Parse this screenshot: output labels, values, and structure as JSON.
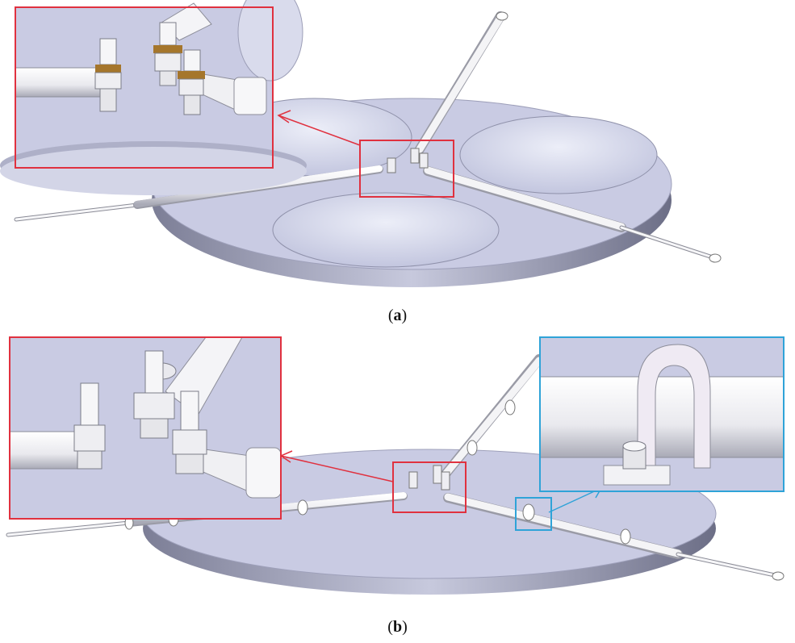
{
  "figure": {
    "panels": [
      {
        "id": "a",
        "caption_open": "(",
        "caption_letter": "a",
        "caption_close": ")"
      },
      {
        "id": "b",
        "caption_open": "(",
        "caption_letter": "b",
        "caption_close": ")"
      }
    ]
  },
  "colors": {
    "plate_top": "#c9cbe3",
    "plate_edge": "#8d8fa8",
    "cutout": "#dfe1f0",
    "rod": "#f4f4f6",
    "rod_shadow": "#b9bac6",
    "red_box": "#e0313f",
    "blue_box": "#2fa3d8",
    "brass": "#a5762c"
  }
}
